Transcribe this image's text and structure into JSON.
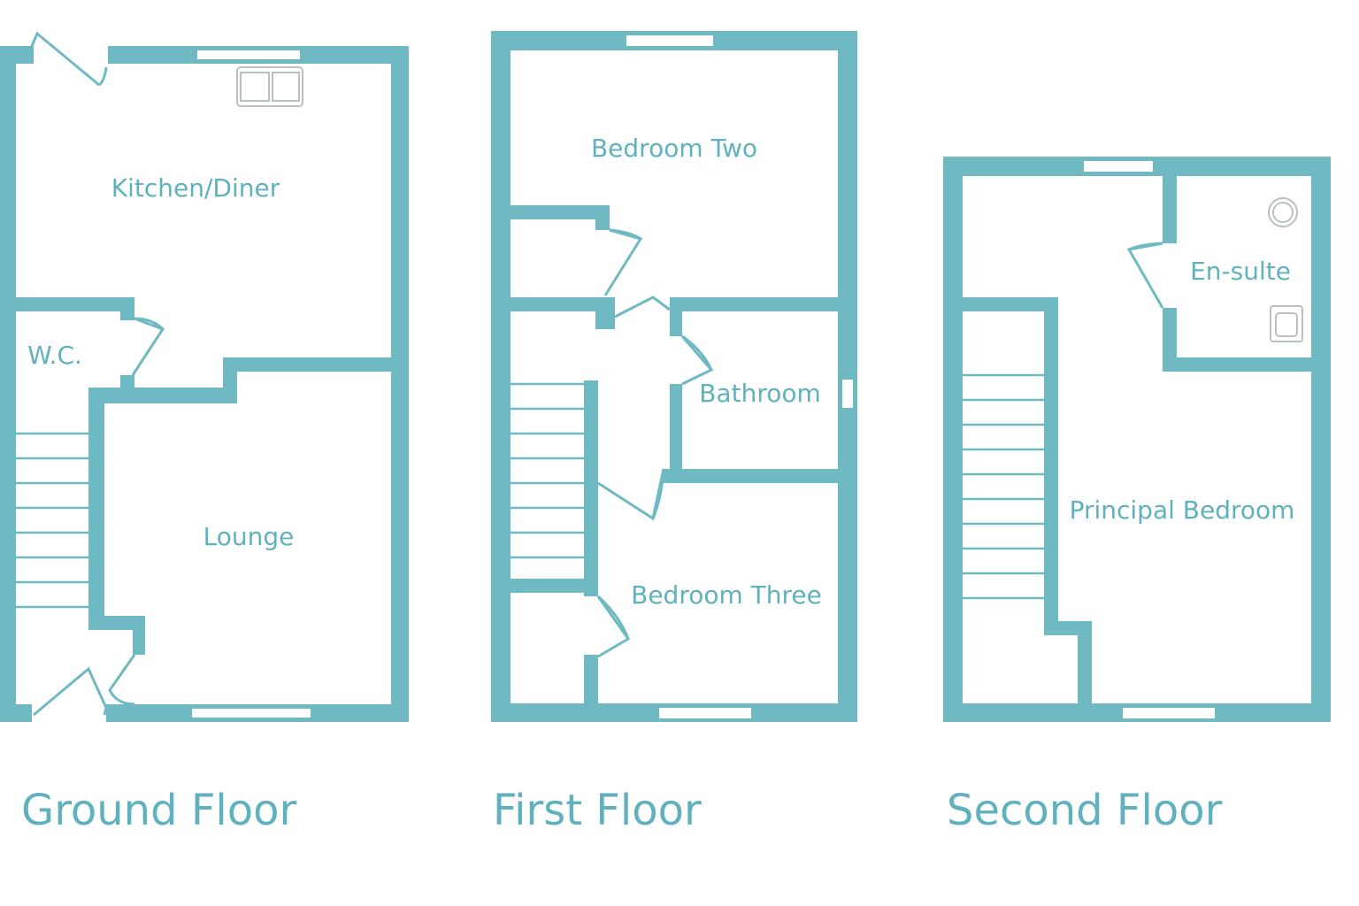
{
  "floors": [
    {
      "label": "Ground Floor",
      "rooms": [
        "Kitchen/Diner",
        "W.C.",
        "Lounge"
      ]
    },
    {
      "label": "First Floor",
      "rooms": [
        "Bedroom Two",
        "Bathroom",
        "Bedroom Three"
      ]
    },
    {
      "label": "Second Floor",
      "rooms": [
        "En-sulte",
        "Principal Bedroom"
      ]
    }
  ],
  "colors": {
    "wall": "#6fb9c2",
    "text": "#5fb2bd",
    "background": "#ffffff"
  }
}
